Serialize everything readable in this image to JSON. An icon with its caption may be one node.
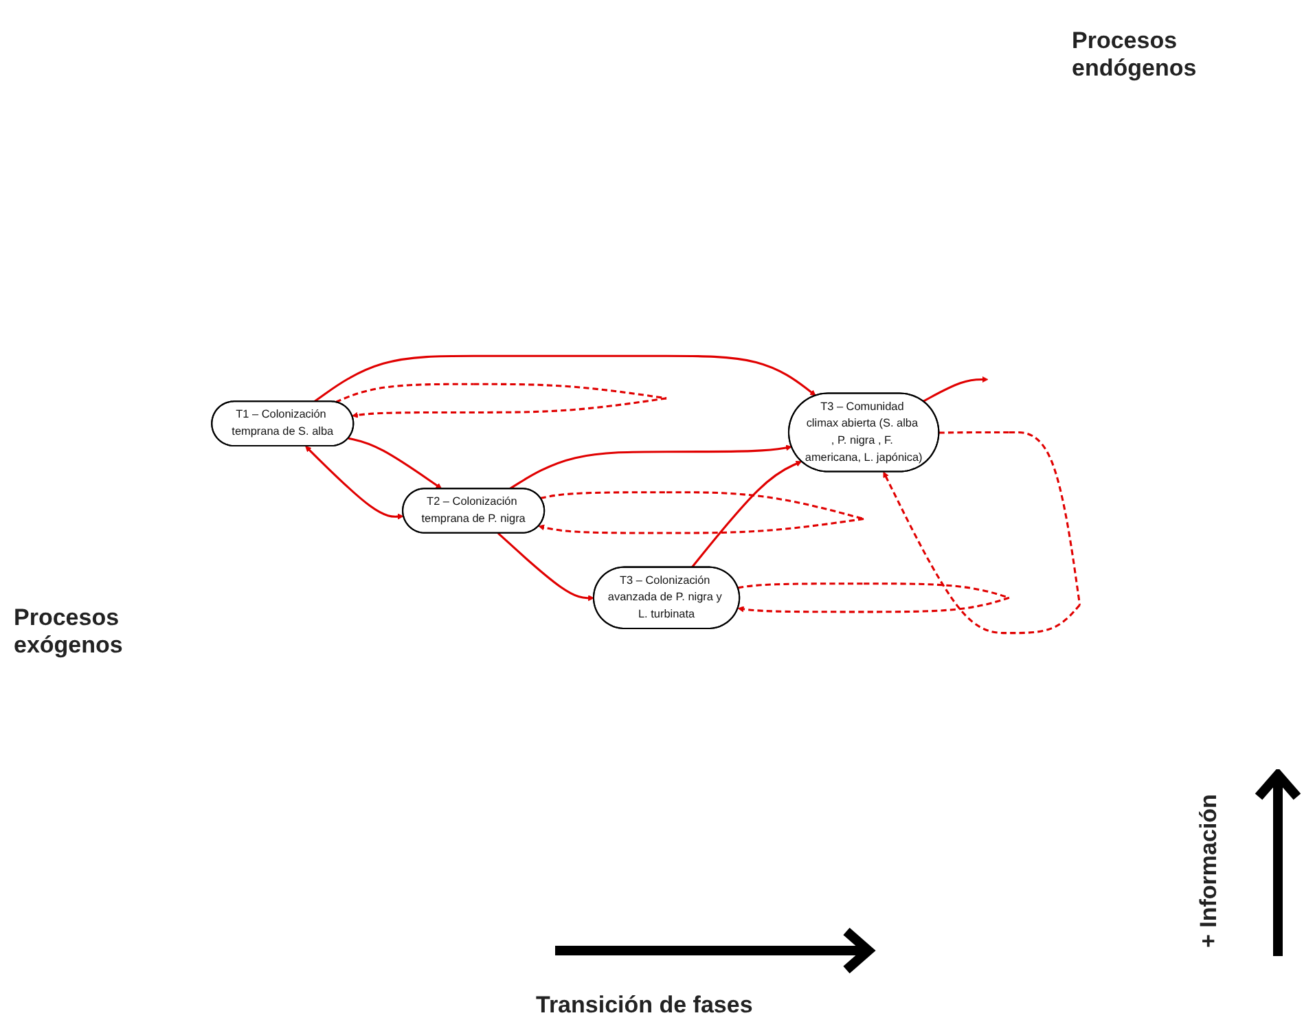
{
  "diagram": {
    "nodes": [
      {
        "text": [
          "T1 – Colonización temprana de S. alba"
        ]
      },
      {
        "text": [
          "T2 – Colonización temprana de P. nigra"
        ]
      },
      {
        "text": [
          "T3 – Comunidad climax abierta (S. alba , P. nigra , F. americana, L. japónica)"
        ]
      },
      {
        "text": [
          "T3 – Colonización avanzada de P. nigra y L. turbinata"
        ]
      }
    ],
    "edges": [
      {
        "from": 0,
        "to": 0,
        "arrow": "to",
        "style": "dashed"
      },
      {
        "from": 0,
        "to": 1,
        "arrow": "to"
      },
      {
        "from": 1,
        "to": 0,
        "arrow": "both"
      },
      {
        "from": 0,
        "to": 2,
        "arrow": "to"
      },
      {
        "from": 1,
        "to": 1,
        "arrow": "to",
        "style": "dashed"
      },
      {
        "from": 1,
        "to": 2,
        "arrow": "to"
      },
      {
        "from": 1,
        "to": 3,
        "arrow": "to"
      },
      {
        "from": 2,
        "to": 2,
        "arrow": "to",
        "style": "dashed"
      },
      {
        "from": 3,
        "to": 3,
        "arrow": "to",
        "style": "dashed"
      },
      {
        "from": 3,
        "to": 2,
        "arrow": "to"
      },
      {
        "from": 2,
        "to": null,
        "arrow": "to"
      }
    ],
    "labels": [
      "Procesos endógenos",
      "Procesos exógenos",
      "+ Información",
      "Transición de fases"
    ]
  }
}
